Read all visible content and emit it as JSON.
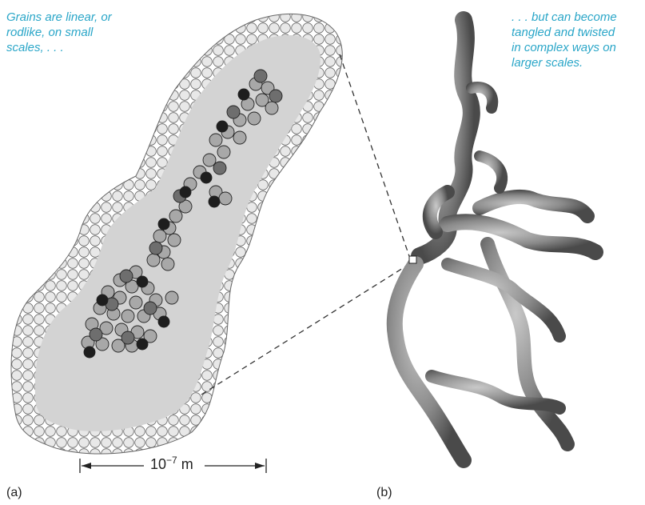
{
  "captions": {
    "a": "Grains are linear, or\nrodlike, on small\nscales, . . .",
    "b": ". . . but can become\ntangled and twisted\nin complex ways on\nlarger scales."
  },
  "scale_bar": {
    "base": "10",
    "exponent": "−7",
    "unit": "m"
  },
  "panel_labels": {
    "a": "(a)",
    "b": "(b)"
  },
  "colors": {
    "caption": "#2aa6c8",
    "halo": "#d3d3d3",
    "halo_outline": "#555555",
    "core_dark": "#1e1e1e",
    "core_mid": "#6e6e6e",
    "core_light": "#a8a8a8",
    "aggregate": "#8a8a8a"
  }
}
